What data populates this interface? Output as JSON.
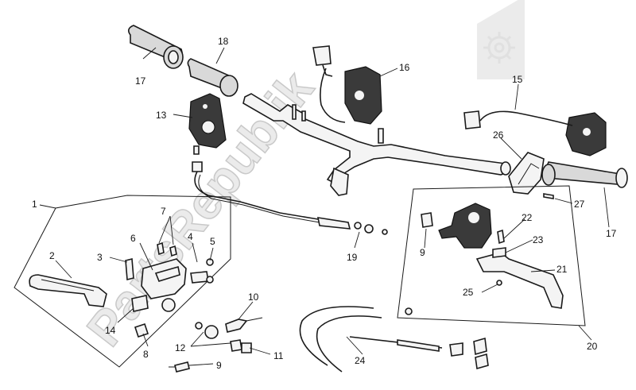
{
  "watermark": {
    "text": "PartsRepublik"
  },
  "callouts": {
    "n1": "1",
    "n2": "2",
    "n3": "3",
    "n4": "4",
    "n5": "5",
    "n6": "6",
    "n7": "7",
    "n8": "8",
    "n9a": "9",
    "n9b": "9",
    "n10": "10",
    "n11": "11",
    "n12": "12",
    "n13": "13",
    "n14": "14",
    "n15": "15",
    "n16": "16",
    "n17a": "17",
    "n17b": "17",
    "n18": "18",
    "n19": "19",
    "n20": "20",
    "n21": "21",
    "n22": "22",
    "n23": "23",
    "n24": "24",
    "n25": "25",
    "n26": "26",
    "n27": "27"
  }
}
